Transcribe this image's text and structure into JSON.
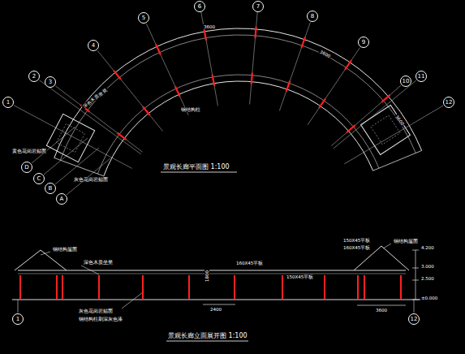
{
  "diagram": {
    "title": "景观长廊平面图 1:100",
    "caption": "景观长廊立面展开图 1:100",
    "nodes": [
      {
        "text": [
          "1"
        ]
      },
      {
        "text": [
          "2"
        ]
      },
      {
        "text": [
          "3"
        ]
      },
      {
        "text": [
          "4"
        ]
      },
      {
        "text": [
          "5"
        ]
      },
      {
        "text": [
          "6"
        ]
      },
      {
        "text": [
          "7"
        ]
      },
      {
        "text": [
          "8"
        ]
      },
      {
        "text": [
          "9"
        ]
      },
      {
        "text": [
          "10"
        ]
      },
      {
        "text": [
          "11"
        ]
      },
      {
        "text": [
          "12"
        ]
      },
      {
        "text": [
          "D"
        ]
      },
      {
        "text": [
          "C"
        ]
      },
      {
        "text": [
          "B"
        ]
      },
      {
        "text": [
          "A"
        ]
      },
      {
        "text": [
          "1"
        ]
      },
      {
        "text": [
          "12"
        ]
      }
    ],
    "labels": [
      "黄色花岗岩贴面",
      "深色木质坐凳",
      "钢结构柱",
      "灰色花岗岩贴面",
      "3600",
      "3600",
      "3600",
      "钢结构屋面",
      "深色木质坐凳",
      "160X45平板",
      "150X45平板",
      "150X45平板",
      "160X45平板",
      "钢结构屋面",
      "4.200",
      "3.000",
      "2.500",
      "±0.000",
      "2400",
      "3600",
      "1800",
      "灰色花岗岩贴面",
      "钢结构柱刷深灰色漆"
    ]
  }
}
